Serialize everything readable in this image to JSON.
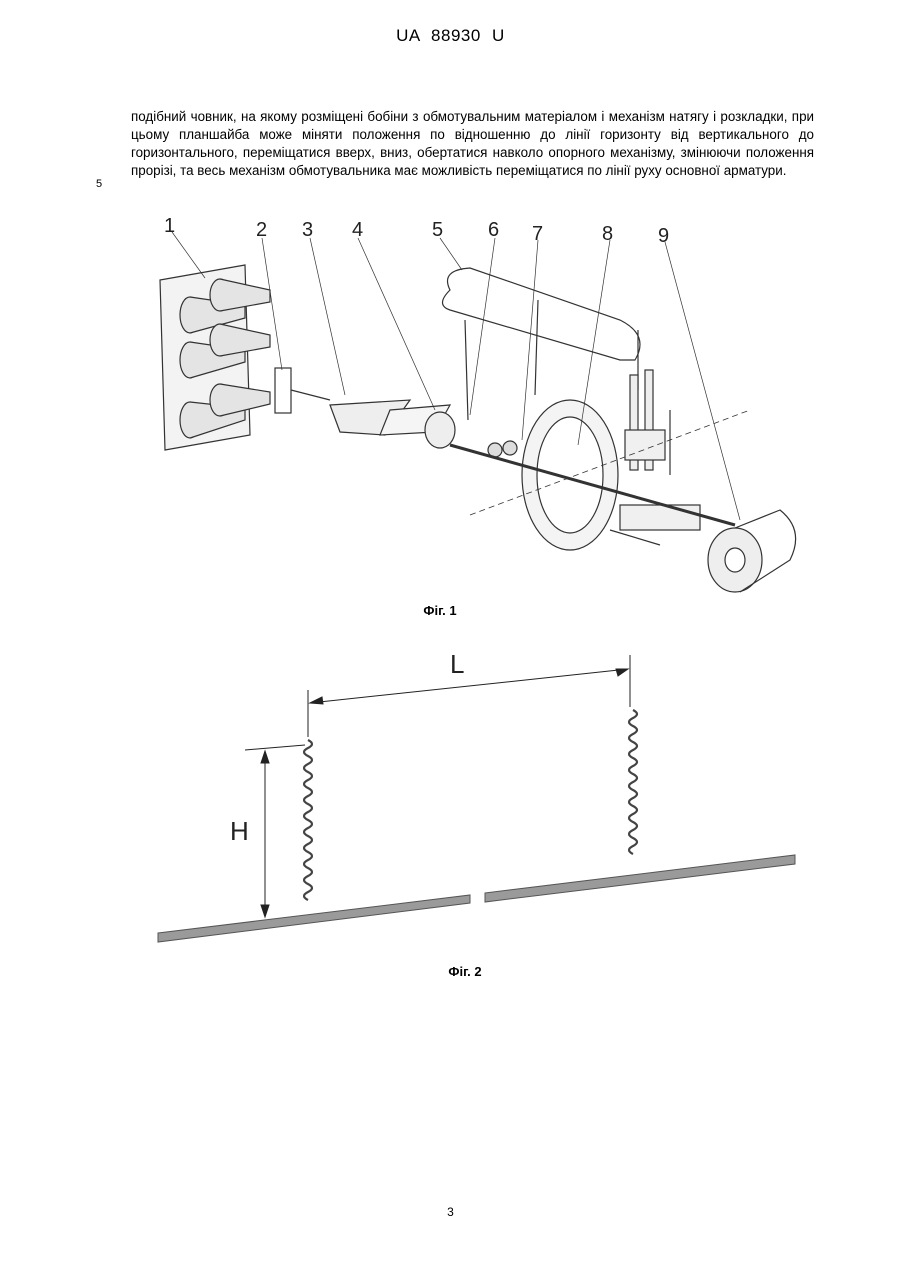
{
  "header": {
    "doc_id": "UA   88930   U"
  },
  "body": {
    "line_number": "5",
    "paragraph": "подібний човник, на якому розміщені бобіни з обмотувальним матеріалом і механізм натягу і розкладки, при цьому планшайба може міняти положення по відношенню до лінії горизонту від вертикального до горизонтального, переміщатися вверх, вниз, обертатися навколо опорного механізму, змінюючи положення прорізі, та весь механізм обмотувальника має можливість переміщатися по лінії руху основної арматури."
  },
  "figure1": {
    "caption": "Фіг. 1",
    "labels": [
      "1",
      "2",
      "3",
      "4",
      "5",
      "6",
      "7",
      "8",
      "9"
    ]
  },
  "figure2": {
    "caption": "Фіг. 2",
    "label_L": "L",
    "label_H": "H"
  },
  "footer": {
    "page_number": "3"
  }
}
